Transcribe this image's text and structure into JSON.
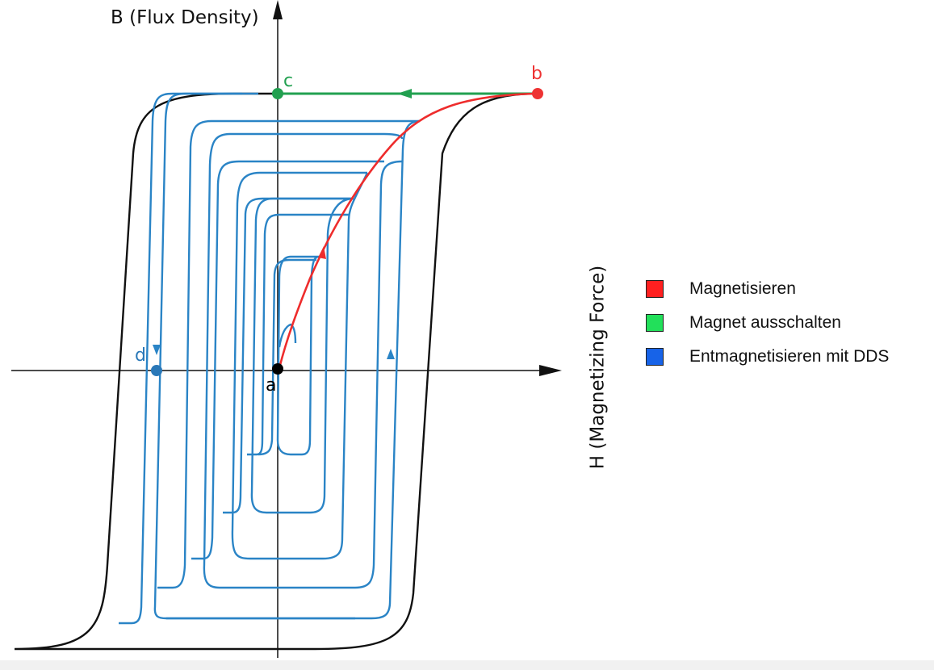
{
  "axes": {
    "y_title": "B (Flux Density)",
    "x_title": "H (Magnetizing Force)"
  },
  "points": {
    "a": {
      "label": "a",
      "color": "#000000"
    },
    "b": {
      "label": "b",
      "color": "#ee3333"
    },
    "c": {
      "label": "c",
      "color": "#22a050"
    },
    "d": {
      "label": "d",
      "color": "#2a78b8"
    }
  },
  "colors": {
    "axis": "#111111",
    "outer_loop": "#111111",
    "magnetize_curve": "#ee2c2c",
    "switch_off_line": "#22a050",
    "demag_loops": "#2a84c6"
  },
  "legend": {
    "items": [
      {
        "label": "Magnetisieren",
        "color": "#ff2020"
      },
      {
        "label": "Magnet ausschalten",
        "color": "#22e05a"
      },
      {
        "label": "Entmagnetisieren mit DDS",
        "color": "#1763e8"
      }
    ]
  }
}
